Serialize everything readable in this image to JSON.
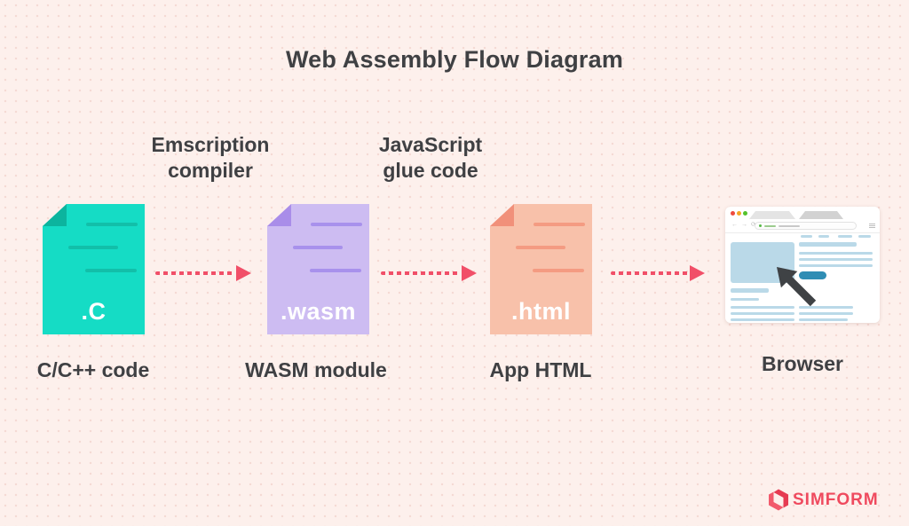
{
  "title": "Web Assembly Flow Diagram",
  "files": [
    {
      "ext": ".C",
      "caption": "C/C++ code",
      "body_color": "#15DCC5",
      "fold_color": "#0CB49E",
      "line_color": "#12BFA9"
    },
    {
      "ext": ".wasm",
      "caption": "WASM module",
      "body_color": "#CDBCF2",
      "fold_color": "#A98DE9",
      "line_color": "#A891EC"
    },
    {
      "ext": ".html",
      "caption": "App HTML",
      "body_color": "#F8C1AA",
      "fold_color": "#F1907A",
      "line_color": "#F49B82"
    }
  ],
  "arrows": [
    {
      "label_line1": "Emscription",
      "label_line2": "compiler"
    },
    {
      "label_line1": "JavaScript",
      "label_line2": "glue code"
    },
    {
      "label_line1": "",
      "label_line2": ""
    }
  ],
  "browser": {
    "caption": "Browser"
  },
  "logo": {
    "text": "SIMFORM",
    "color": "#EF4A5E"
  },
  "colors": {
    "background": "#FDF0EC",
    "background_dot": "#F5DAD4",
    "text": "#3F4043",
    "arrow": "#F14F68",
    "browser_blue": "#BAD9E8",
    "browser_blue_dark": "#2F8DB4",
    "cursor": "#3F4245",
    "traffic_red": "#EE4B3E",
    "traffic_yellow": "#F5A623",
    "traffic_green": "#54C22C"
  }
}
